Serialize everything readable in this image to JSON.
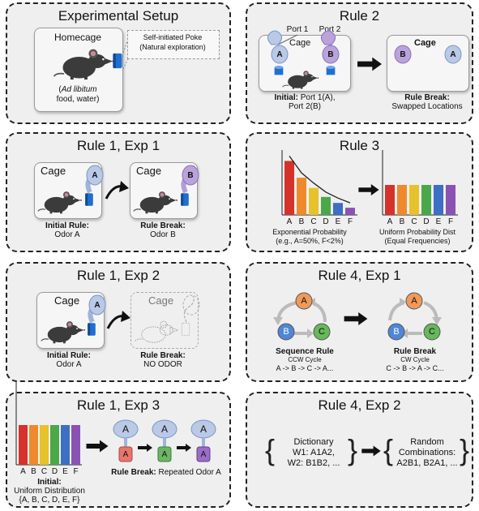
{
  "panels": {
    "setup": {
      "title": "Experimental Setup",
      "cage": "Homecage",
      "poke": "Self-initiated Poke",
      "poke_sub": "(Natural exploration)",
      "adlib": "Ad libitum",
      "adlib_rest": "food, water)"
    },
    "rule2": {
      "title": "Rule 2",
      "port1": "Port 1",
      "port2": "Port 2",
      "cage": "Cage",
      "a": "A",
      "b": "B",
      "init_b": "Initial:",
      "init_1": " Port 1(A),",
      "init_2": "Port 2(B)",
      "break_b": "Rule Break:",
      "break_t": "Swapped Locations"
    },
    "r1e1": {
      "title": "Rule 1, Exp 1",
      "cage": "Cage",
      "a": "A",
      "b": "B",
      "init_b": "Initial Rule:",
      "init_t": "Odor A",
      "break_b": "Rule Break:",
      "break_t": "Odor B"
    },
    "rule3": {
      "title": "Rule 3",
      "letters": [
        "A",
        "B",
        "C",
        "D",
        "E",
        "F"
      ],
      "l_1": "Exponential Probability",
      "l_2": "(e.g., A=50%, F<2%)",
      "r_1": "Uniform Probability Dist",
      "r_2": "(Equal Frequencies)"
    },
    "r1e2": {
      "title": "Rule 1, Exp 2",
      "cage": "Cage",
      "a": "A",
      "init_b": "Initial Rule:",
      "init_t": "Odor A",
      "break_b": "Rule Break:",
      "break_t": "NO ODOR"
    },
    "r4e1": {
      "title": "Rule 4, Exp 1",
      "a": "A",
      "b": "B",
      "c": "C",
      "l_b": "Sequence Rule",
      "l_s": "CCW Cycle",
      "l_t": "A -> B -> C -> A...",
      "r_b": "Rule Break",
      "r_s": "CW Cycle",
      "r_t": "C -> B -> A -> C..."
    },
    "r1e3": {
      "title": "Rule 1, Exp 3",
      "letters": [
        "A",
        "B",
        "C",
        "D",
        "E",
        "F"
      ],
      "a": "A",
      "init_b": "Initial:",
      "init_1": "Uniform Distribution",
      "init_2": "{A, B, C, D, E, F}",
      "break_b": "Rule Break:",
      "break_t": " Repeated Odor A"
    },
    "r4e2": {
      "title": "Rule 4, Exp 2",
      "d_1": "Dictionary",
      "d_2": "W1: A1A2,",
      "d_3": "W2: B1B2, ...",
      "r_1": "Random",
      "r_2": "Combinations:",
      "r_3": "A2B1, B2A1, ..."
    }
  },
  "colors": {
    "red": "#d6322c",
    "orange": "#ee8a2d",
    "yellow": "#e6c22c",
    "green": "#4aa84a",
    "blue": "#3d6fc4",
    "purple": "#8a52b3",
    "odor_a": "#b9c9e6",
    "odor_b": "#b9a3d9",
    "port": "#1f6fd1"
  },
  "rule3_chart": {
    "exponential": [
      0.9,
      0.62,
      0.45,
      0.3,
      0.2,
      0.12
    ],
    "uniform": [
      0.5,
      0.5,
      0.5,
      0.5,
      0.5,
      0.5
    ]
  },
  "r1e3_chart": {
    "uniform": [
      0.5,
      0.5,
      0.5,
      0.5,
      0.5,
      0.5
    ]
  }
}
